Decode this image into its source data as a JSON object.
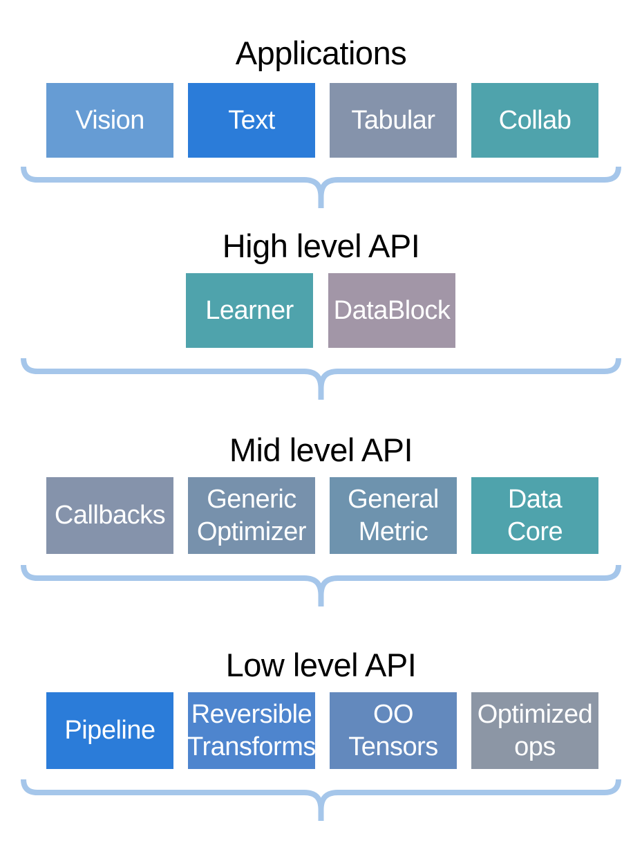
{
  "diagram": {
    "background": "#FFFFFF",
    "title_color": "#000000",
    "label_color": "#FFFFFF",
    "brace_color": "#A5C6EA",
    "sections": [
      {
        "title": "Applications",
        "boxes": [
          {
            "label": "Vision",
            "color": "#669CD4"
          },
          {
            "label": "Text",
            "color": "#2B7CD9"
          },
          {
            "label": "Tabular",
            "color": "#8593AB"
          },
          {
            "label": "Collab",
            "color": "#4FA3AC"
          }
        ]
      },
      {
        "title": "High level API",
        "boxes": [
          {
            "label": "Learner",
            "color": "#4FA3AC"
          },
          {
            "label": "DataBlock",
            "color": "#A296A7"
          }
        ]
      },
      {
        "title": "Mid level API",
        "boxes": [
          {
            "label": "Callbacks",
            "color": "#8593AB"
          },
          {
            "label": "Generic\nOptimizer",
            "color": "#7791AC"
          },
          {
            "label": "General\nMetric",
            "color": "#6E93AE"
          },
          {
            "label": "Data\nCore",
            "color": "#4FA3AC"
          }
        ]
      },
      {
        "title": "Low level API",
        "boxes": [
          {
            "label": "Pipeline",
            "color": "#2B7CD9"
          },
          {
            "label": "Reversible\nTransforms",
            "color": "#4E85CE"
          },
          {
            "label": "OO\nTensors",
            "color": "#6389BD"
          },
          {
            "label": "Optimized\nops",
            "color": "#8C96A5"
          }
        ]
      }
    ]
  }
}
